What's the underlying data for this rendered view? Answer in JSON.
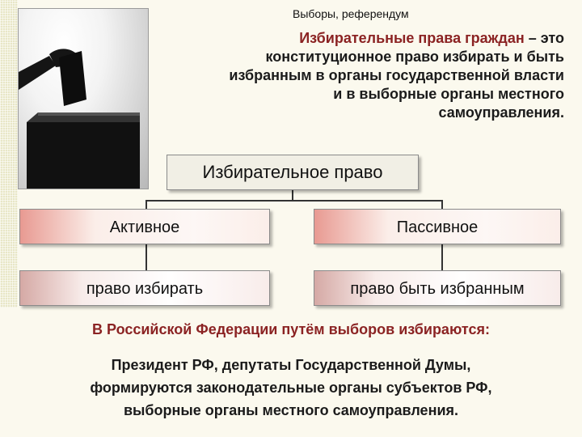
{
  "header": {
    "subtitle": "Выборы, референдум"
  },
  "definition": {
    "term": "Избирательные права граждан",
    "line1_rest": " – это",
    "line2": "конституционное право избирать и быть",
    "line3": "избранным в органы государственной  власти",
    "line4": "и в выборные органы местного",
    "line5": "самоуправления."
  },
  "diagram": {
    "root": "Избирательное право",
    "active": "Активное",
    "passive": "Пассивное",
    "active_desc": "право избирать",
    "passive_desc": "право быть избранным"
  },
  "rf": {
    "title": "В Российской Федерации путём выборов избираются:",
    "line1": "Президент РФ, депутаты Государственной Думы,",
    "line2": "формируются законодательные органы субъектов РФ,",
    "line3": "выборные органы местного самоуправления."
  }
}
